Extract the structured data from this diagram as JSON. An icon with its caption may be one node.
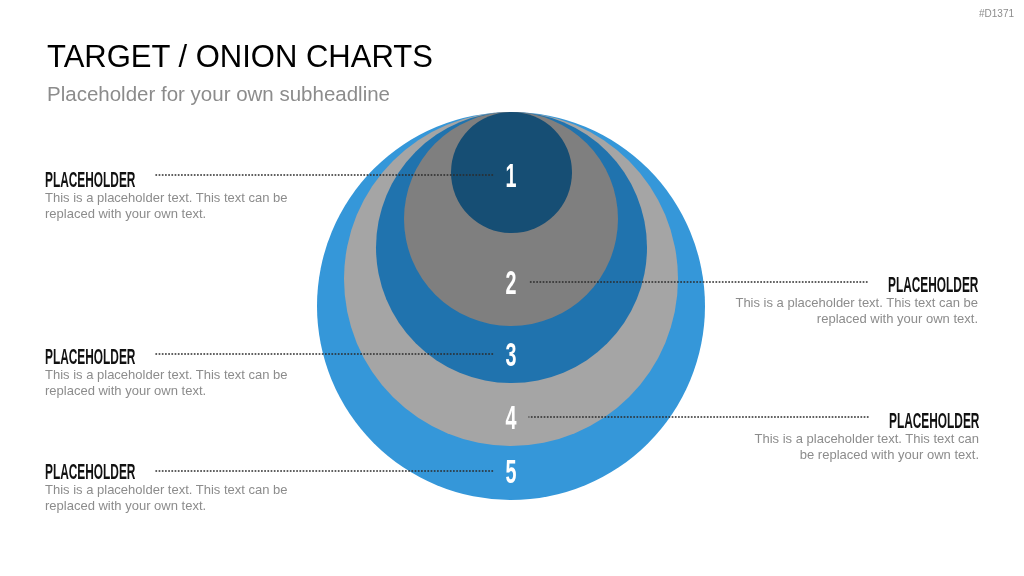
{
  "diagram": {
    "title": "TARGET / ONION CHARTS",
    "nodes": [
      {
        "text": [
          "5"
        ]
      },
      {
        "text": [
          "4"
        ],
        "in": 0
      },
      {
        "text": [
          "3"
        ],
        "in": 1
      },
      {
        "text": [
          "2"
        ],
        "in": 2
      },
      {
        "text": [
          "1"
        ],
        "in": 3
      },
      {
        "text": [
          "PLACEHOLDER",
          "This is a placeholder text. This text can be replaced with your own text."
        ]
      },
      {
        "text": [
          "PLACEHOLDER",
          "This is a placeholder text. This text can be replaced with your own text."
        ]
      },
      {
        "text": [
          "PLACEHOLDER",
          "This is a placeholder text. This text can be replaced with your own text."
        ]
      },
      {
        "text": [
          "PLACEHOLDER",
          "This is a placeholder text. This text can be replaced with your own text."
        ]
      },
      {
        "text": [
          "PLACEHOLDER",
          "This is a placeholder text. This text can be replaced with your own text."
        ]
      }
    ],
    "edges": [
      {
        "from": 5,
        "to": 4,
        "arrow": "none"
      },
      {
        "from": 6,
        "to": 3,
        "arrow": "none"
      },
      {
        "from": 7,
        "to": 2,
        "arrow": "none"
      },
      {
        "from": 8,
        "to": 1,
        "arrow": "none"
      },
      {
        "from": 9,
        "to": 0,
        "arrow": "none"
      }
    ],
    "labels": [
      "#D1371",
      "Placeholder for your own subheadline"
    ]
  }
}
